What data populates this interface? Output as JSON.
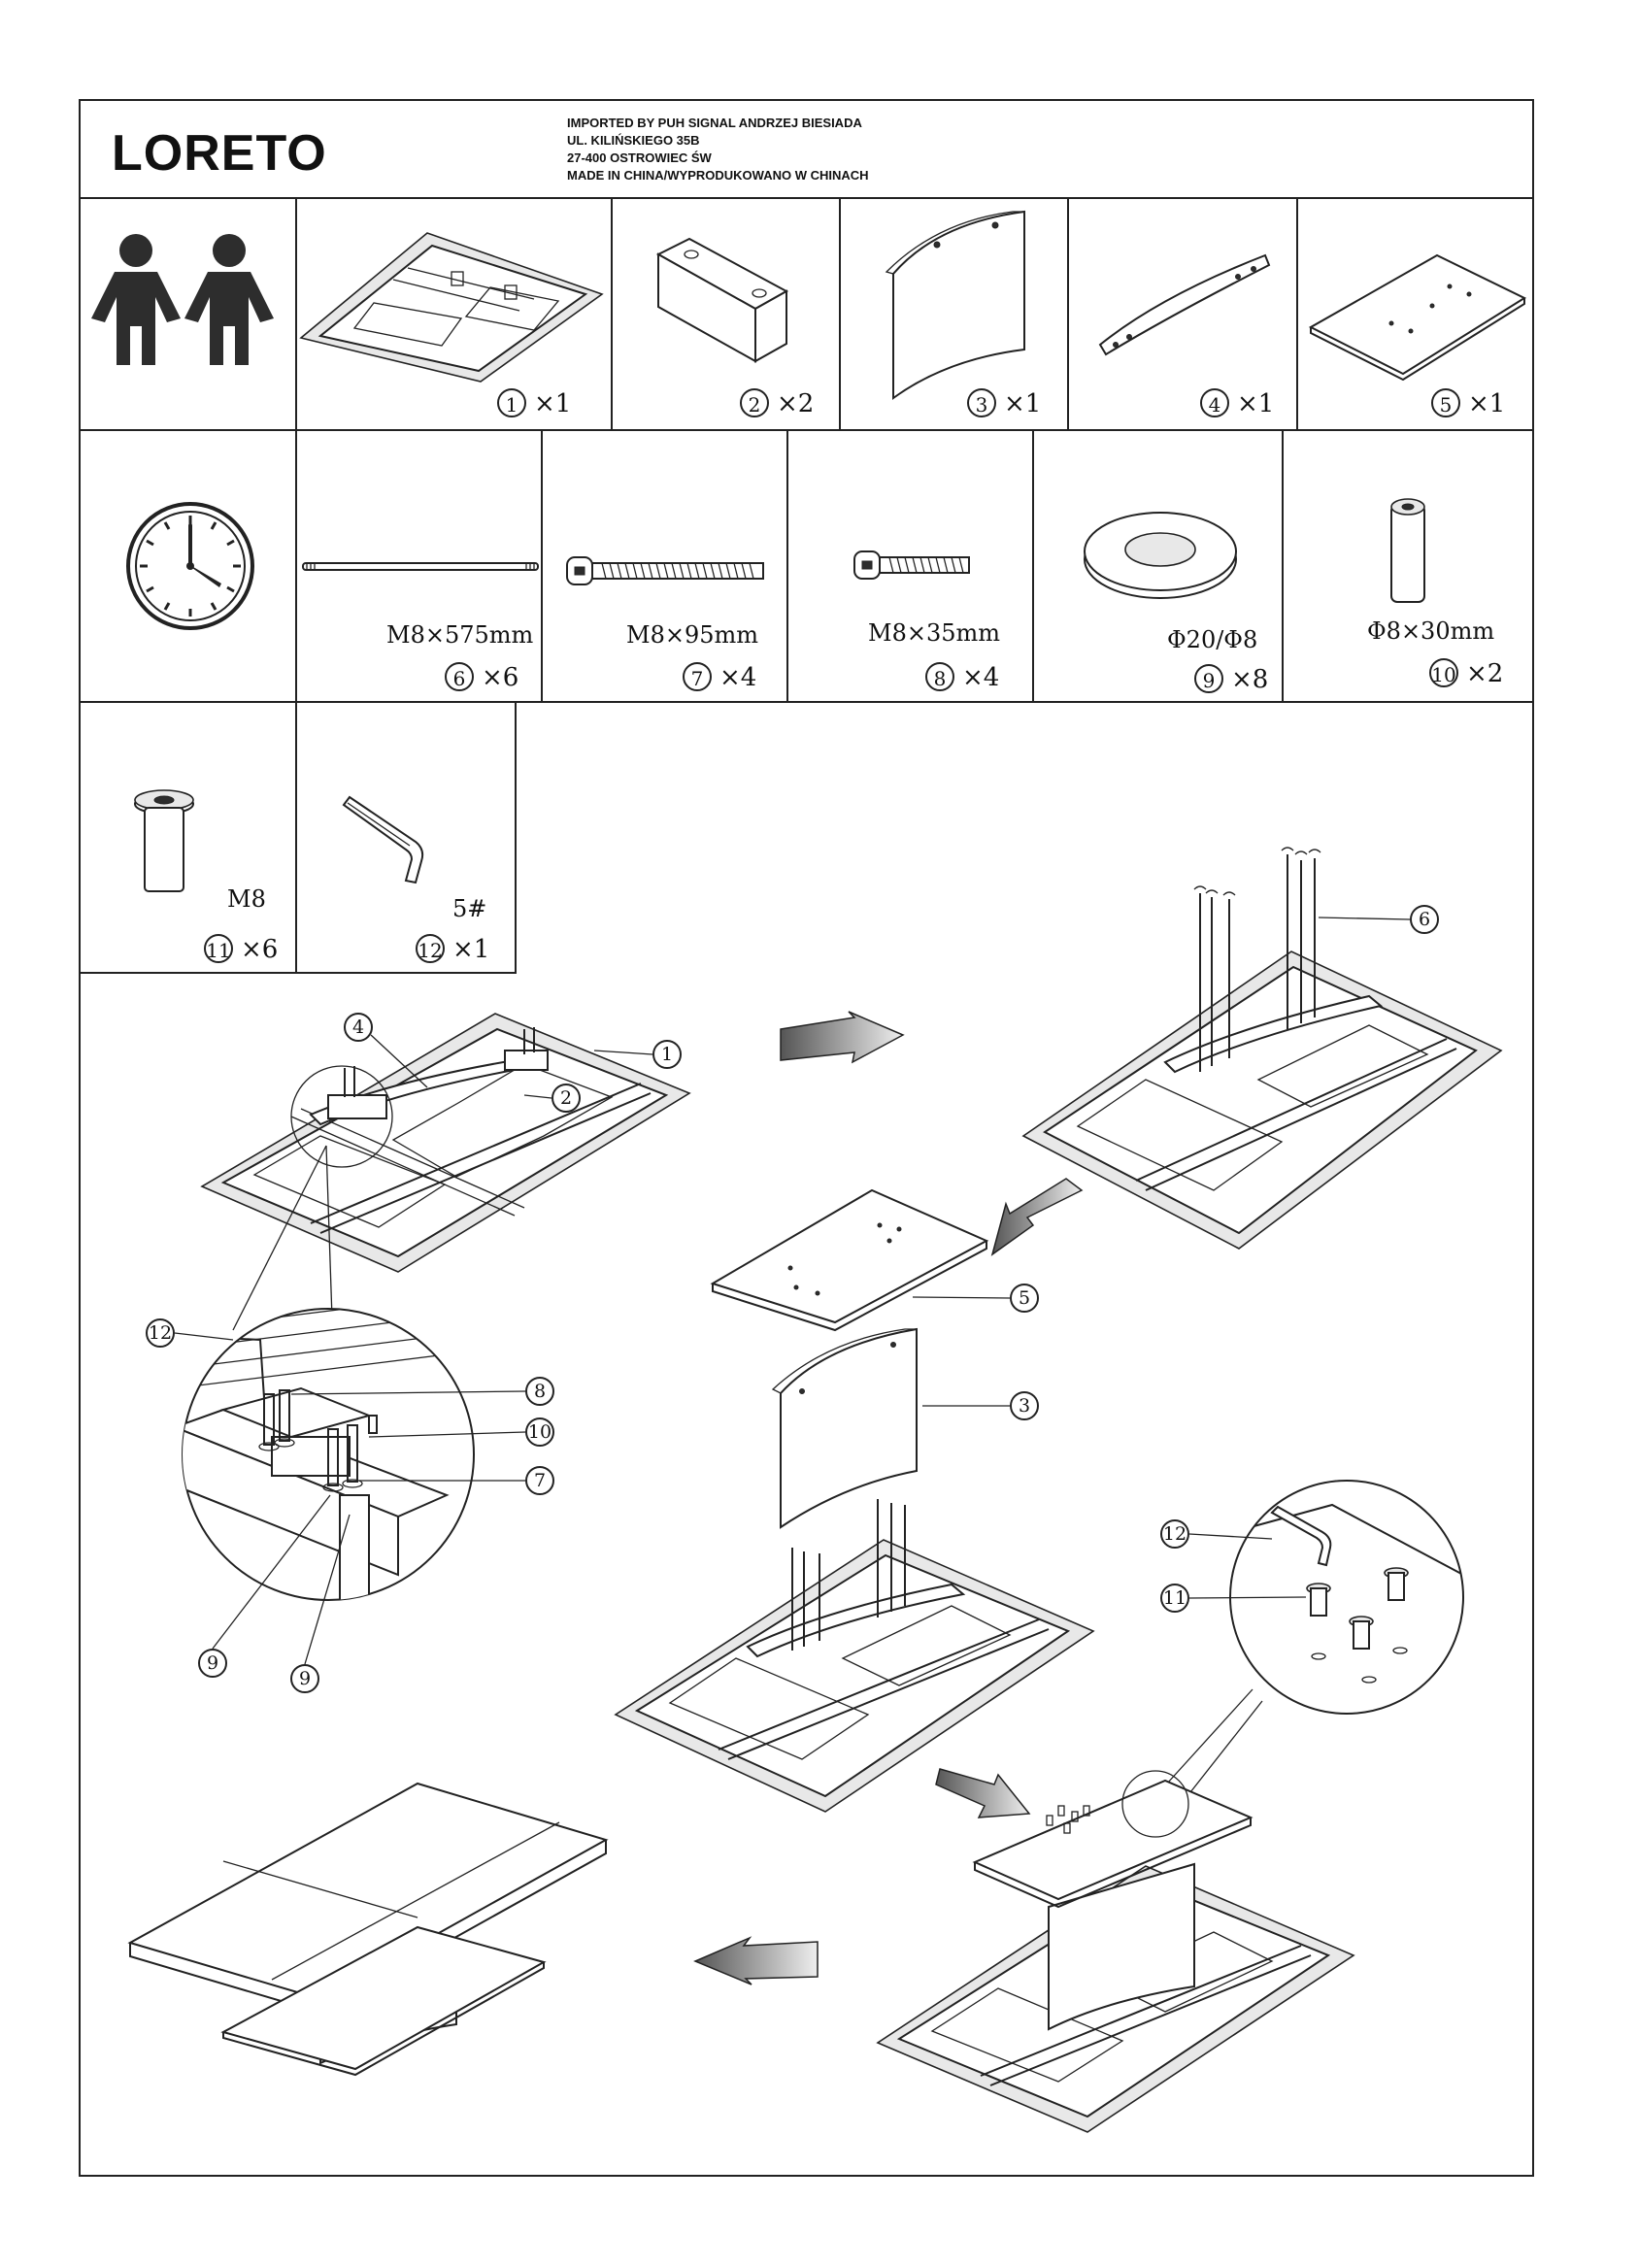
{
  "header": {
    "title": "LORETO",
    "importer": [
      "IMPORTED BY PUH SIGNAL ANDRZEJ BIESIADA",
      "UL. KILIŃSKIEGO 35B",
      "27-400 OSTROWIEC ŚW",
      "MADE IN CHINA/WYPRODUKOWANO W CHINACH"
    ]
  },
  "parts": [
    {
      "no": "1",
      "qty": "×1",
      "spec": ""
    },
    {
      "no": "2",
      "qty": "×2",
      "spec": ""
    },
    {
      "no": "3",
      "qty": "×1",
      "spec": ""
    },
    {
      "no": "4",
      "qty": "×1",
      "spec": ""
    },
    {
      "no": "5",
      "qty": "×1",
      "spec": ""
    },
    {
      "no": "6",
      "qty": "×6",
      "spec": "M8×575mm"
    },
    {
      "no": "7",
      "qty": "×4",
      "spec": "M8×95mm"
    },
    {
      "no": "8",
      "qty": "×4",
      "spec": "M8×35mm"
    },
    {
      "no": "9",
      "qty": "×8",
      "spec": "Φ20/Φ8"
    },
    {
      "no": "10",
      "qty": "×2",
      "spec": "Φ8×30mm"
    },
    {
      "no": "11",
      "qty": "×6",
      "spec": "M8"
    },
    {
      "no": "12",
      "qty": "×1",
      "spec": "5#"
    }
  ],
  "icons": [
    "two-persons-icon",
    "clock-icon",
    "arrow-icon"
  ],
  "callouts": {
    "step1": [
      "4",
      "1",
      "2"
    ],
    "step2": [
      "6"
    ],
    "detail1": [
      "12",
      "8",
      "10",
      "7",
      "9",
      "9"
    ],
    "step3": [
      "5",
      "3"
    ],
    "detail2": [
      "12",
      "11"
    ]
  }
}
